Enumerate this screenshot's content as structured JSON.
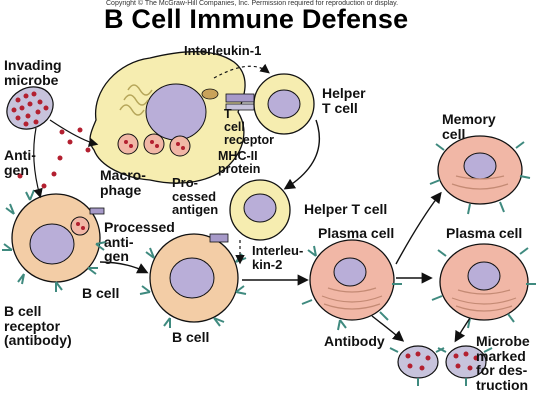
{
  "header": {
    "copyright": "Copyright © The McGraw-Hill Companies, Inc. Permission required for reproduction or display.",
    "title": "B Cell Immune Defense"
  },
  "labels": {
    "interleukin1": "Interleukin-1",
    "invading_microbe": "Invading\nmicrobe",
    "t_cell_receptor": "T\ncell\nreceptor",
    "mhc_ii_protein": "MHC-II\nprotein",
    "helper_t_cell_top": "Helper\nT cell",
    "antigen": "Anti-\ngen",
    "macrophage": "Macro-\nphage",
    "processed_antigen_top": "Pro-\ncessed\nantigen",
    "helper_t_cell_mid": "Helper T cell",
    "memory_cell": "Memory\ncell",
    "processed_antigen_left": "Processed\nanti-\ngen",
    "plasma_cell_mid": "Plasma cell",
    "plasma_cell_right": "Plasma cell",
    "interleukin2": "Interleu-\nkin-2",
    "b_cell_left": "B cell",
    "b_cell_receptor": "B cell\nreceptor\n(antibody)",
    "b_cell_center": "B cell",
    "antibody": "Antibody",
    "microbe_marked": "Microbe\nmarked\nfor des-\ntruction"
  },
  "colors": {
    "cell_yellow": "#f6edb0",
    "cell_orange": "#f3cda6",
    "cell_pink": "#f1b7a6",
    "nucleus": "#b9aed8",
    "microbe": "#c7c3dc",
    "red_dot": "#b32030",
    "receptor_green": "#3f8a7f",
    "receptor_purple": "#a79ac9",
    "line": "#111111"
  }
}
